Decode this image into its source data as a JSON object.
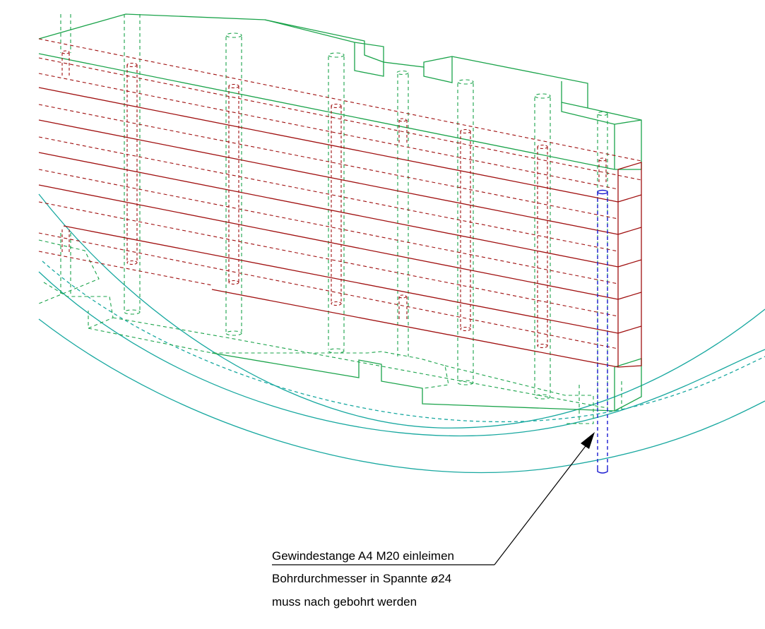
{
  "annotation": {
    "line1": "Gewindestange A4 M20 einleimen",
    "line2": "Bohrdurchmesser in Spannte ø24",
    "line3": "muss nach gebohrt werden"
  },
  "colors": {
    "structure_green": "#1aa34a",
    "beam_red": "#a01010",
    "hull_teal": "#18a8a0",
    "rod_blue": "#1a1ad0",
    "annotation_black": "#000000"
  }
}
